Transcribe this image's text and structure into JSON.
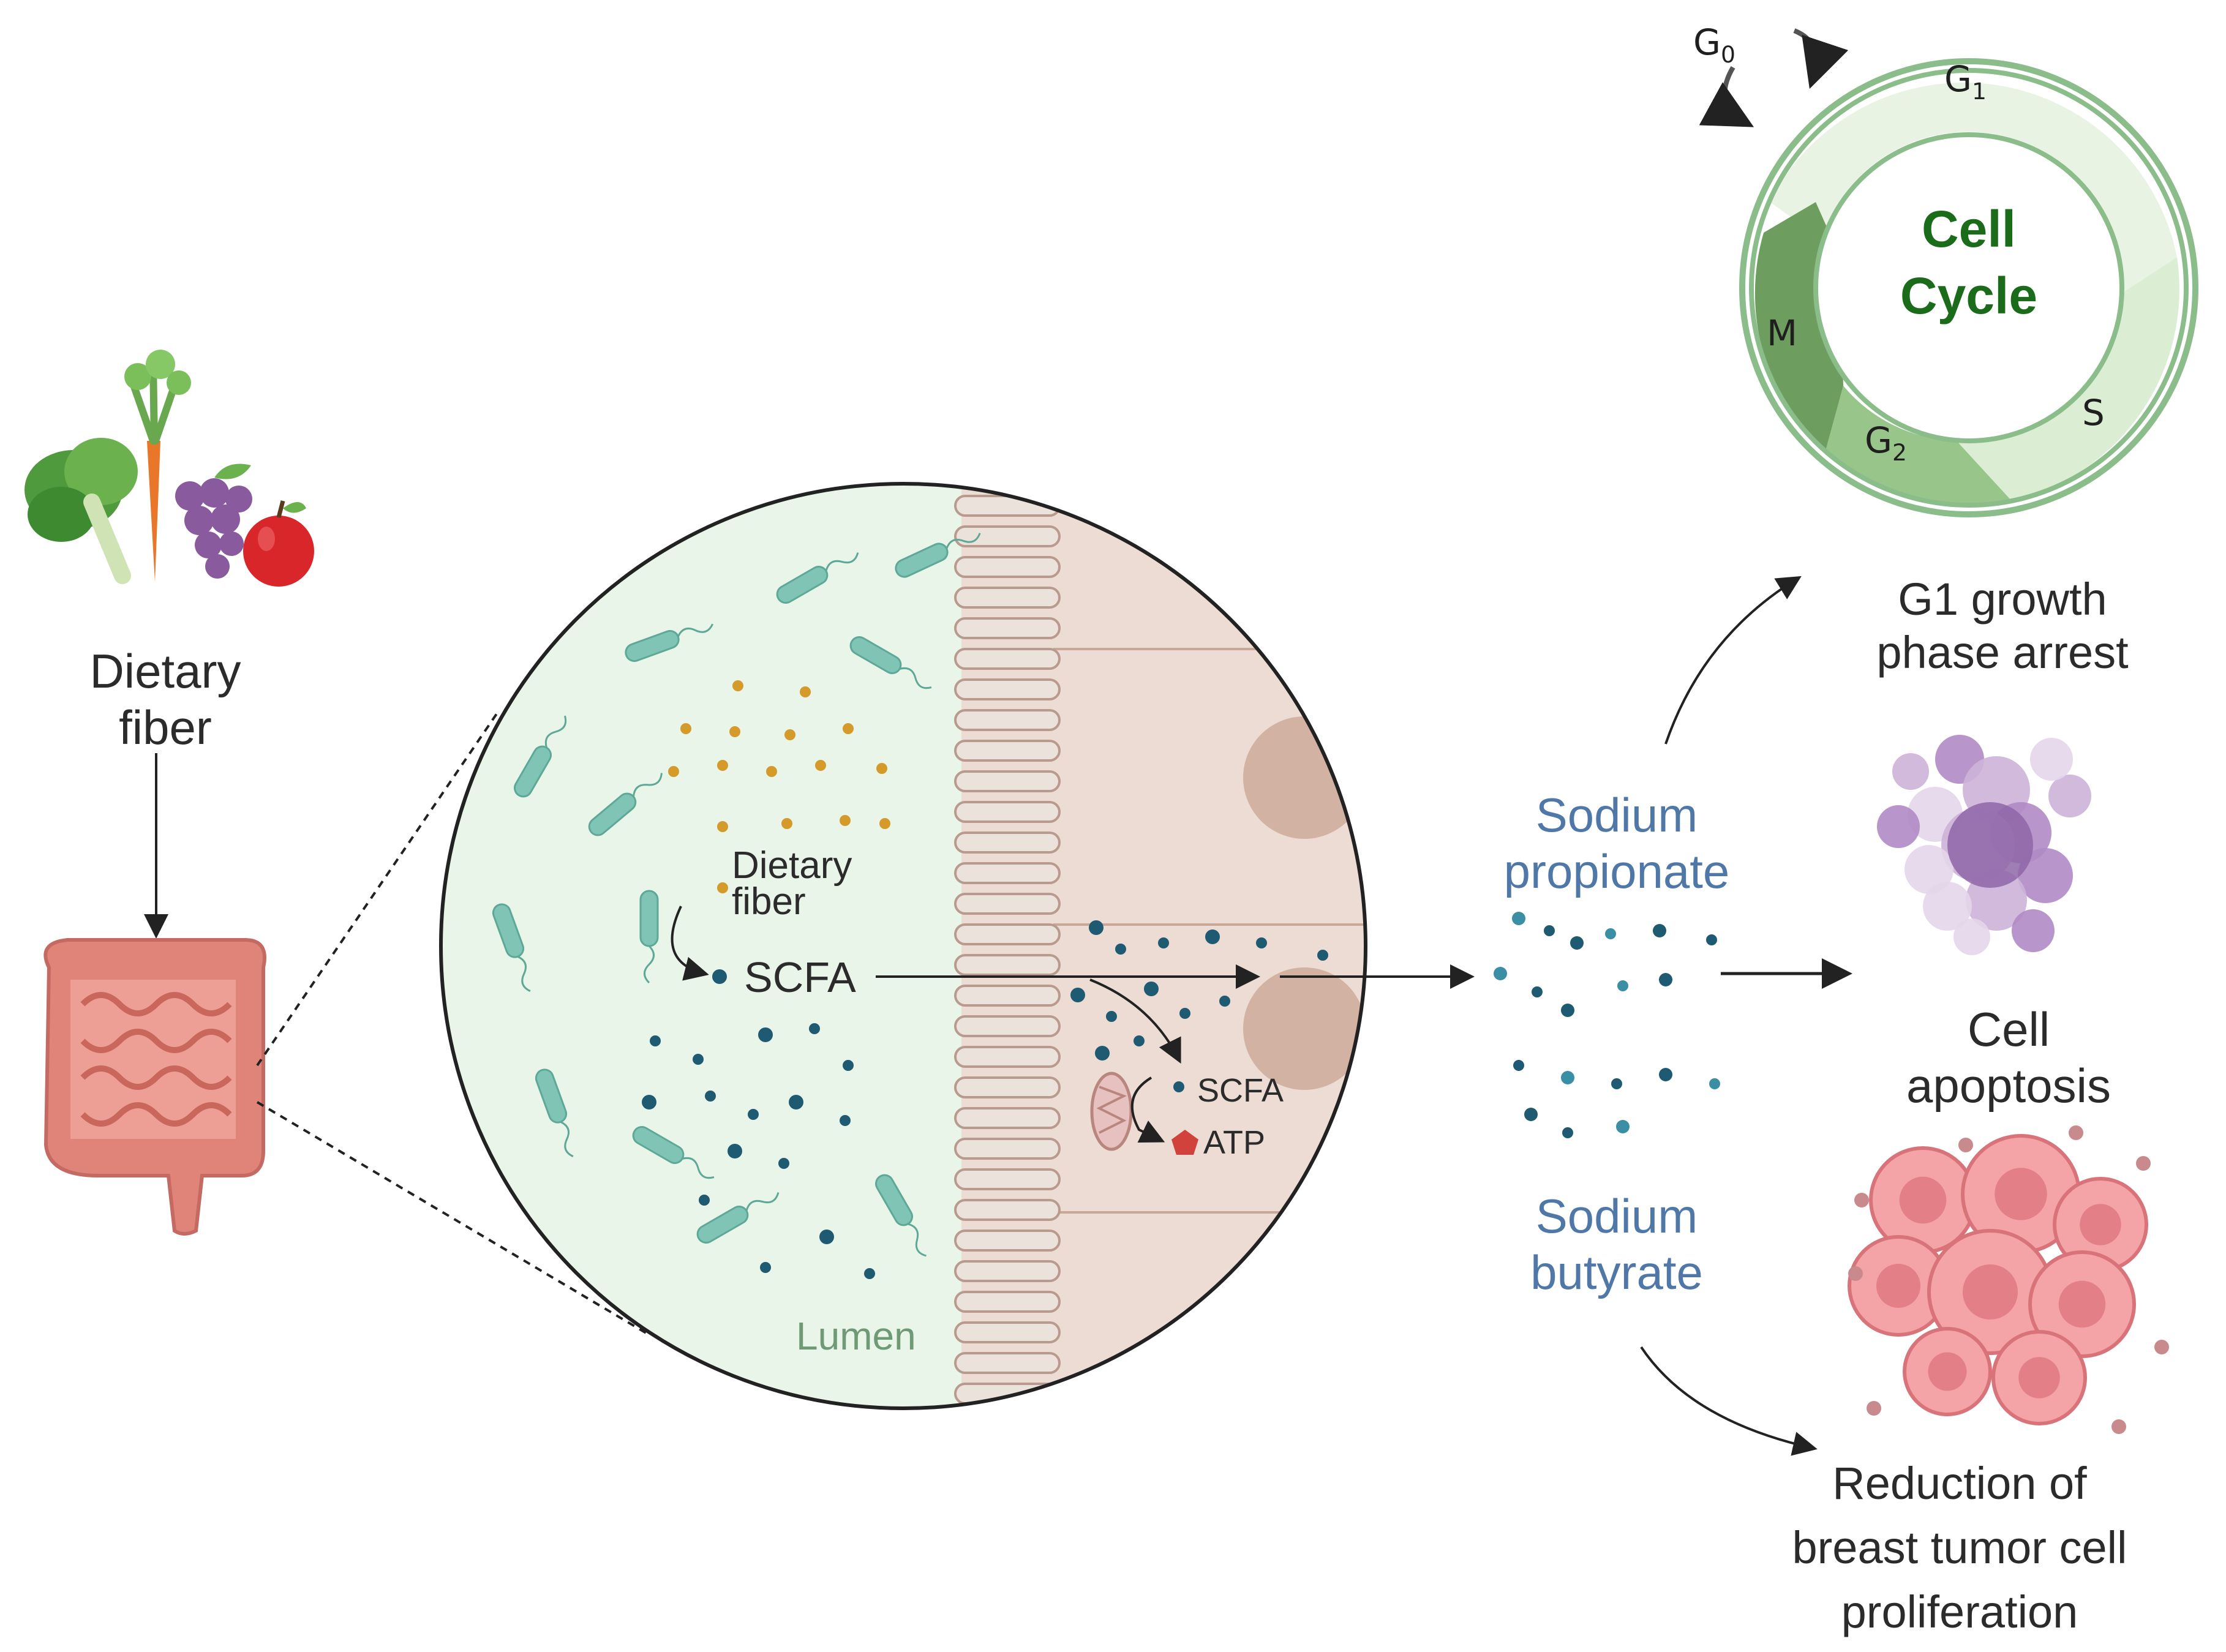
{
  "labels": {
    "dietary_fiber": "Dietary fiber",
    "inner_dietary_fiber": "Dietary\nfiber",
    "scfa_main": "SCFA",
    "scfa_small": "SCFA",
    "atp": "ATP",
    "lumen": "Lumen",
    "sodium_propionate": "Sodium\npropionate",
    "sodium_butyrate": "Sodium\nbutyrate",
    "g1_arrest": "G1 growth\nphase arrest",
    "cell_apoptosis": "Cell\napoptosis",
    "reduction": "Reduction of\nbreast tumor cell\nproliferation"
  },
  "cell_cycle": {
    "title": "Cell\nCycle",
    "phases": {
      "g0": {
        "letter": "G",
        "sub": "0"
      },
      "g1": {
        "letter": "G",
        "sub": "1"
      },
      "s": {
        "letter": "S",
        "sub": ""
      },
      "g2": {
        "letter": "G",
        "sub": "2"
      },
      "m": {
        "letter": "M",
        "sub": ""
      }
    }
  },
  "colors": {
    "text": "#2b2b2b",
    "blue_text": "#4f77a8",
    "cell_cycle_title": "#1a6b1a",
    "lumen_text": "#6e9a76",
    "scfa_dot": "#1f5a73",
    "fiber_dot": "#d49a2a",
    "bacteria": "#7fc4b4"
  }
}
